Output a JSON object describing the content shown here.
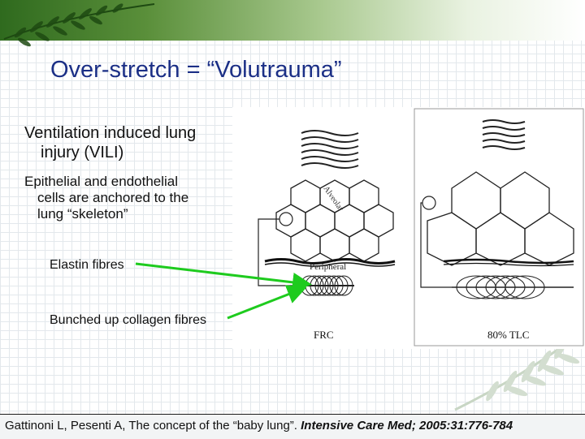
{
  "slide": {
    "title": "Over-stretch = “Volutrauma”",
    "bullet1": {
      "line1": "Ventilation induced lung",
      "line2": "injury (VILI)"
    },
    "bullet2": {
      "line1": "Epithelial and endothelial",
      "line2": "cells are anchored to the",
      "line3": "lung “skeleton”"
    },
    "labels": {
      "elastin": "Elastin fibres",
      "collagen": "Bunched up collagen fibres"
    },
    "figure": {
      "left_tag": "Peripheral",
      "left_caption": "FRC",
      "right_caption": "80% TLC",
      "fiber_label": "Alveolar"
    },
    "citation": {
      "authors": "Gattinoni L, Pesenti A, The concept of the “baby lung”.",
      "journal": "Intensive Care Med; 2005:31:776-784"
    },
    "colors": {
      "title": "#1b2f86",
      "arrow": "#1ecb1e",
      "header_green": "#2f6a1e"
    }
  }
}
